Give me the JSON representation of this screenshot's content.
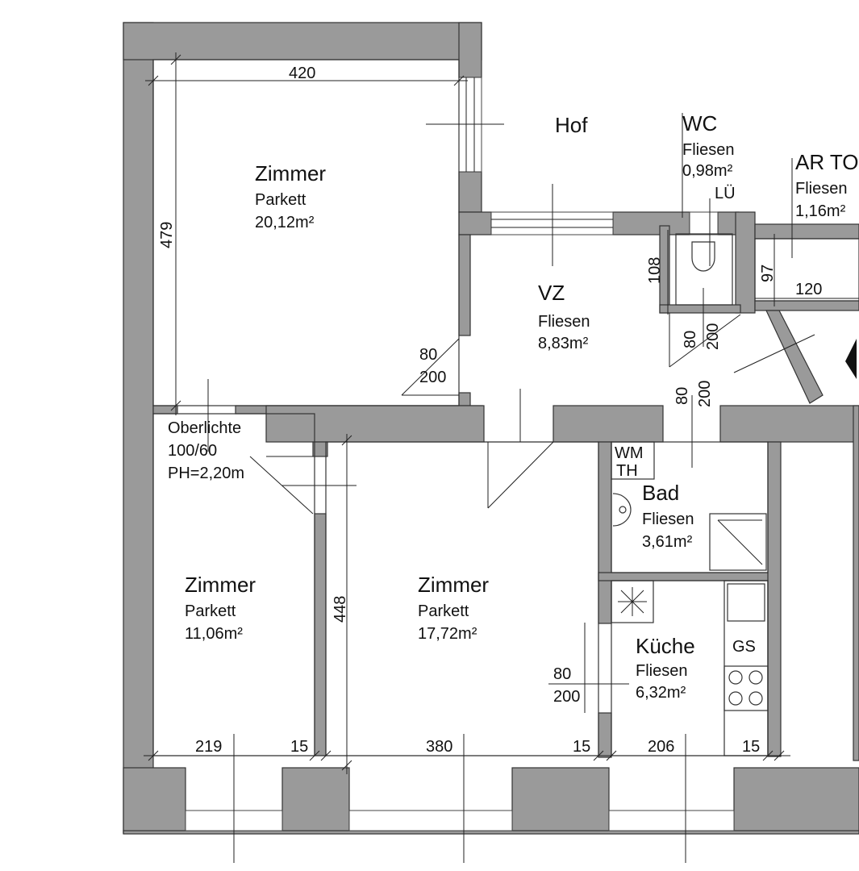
{
  "rooms": {
    "zimmer_top": {
      "name": "Zimmer",
      "floor": "Parkett",
      "area": "20,12m²"
    },
    "vz": {
      "name": "VZ",
      "floor": "Fliesen",
      "area": "8,83m²"
    },
    "zimmer_left": {
      "name": "Zimmer",
      "floor": "Parkett",
      "area": "11,06m²"
    },
    "zimmer_mid": {
      "name": "Zimmer",
      "floor": "Parkett",
      "area": "17,72m²"
    },
    "wc": {
      "name": "WC",
      "floor": "Fliesen",
      "area": "0,98m²",
      "extra": "LÜ"
    },
    "ar": {
      "name": "AR TO",
      "floor": "Fliesen",
      "area": "1,16m²"
    },
    "bad": {
      "name": "Bad",
      "floor": "Fliesen",
      "area": "3,61m²",
      "wm": "WM",
      "th": "TH"
    },
    "kueche": {
      "name": "Küche",
      "floor": "Fliesen",
      "area": "6,32m²",
      "stove": "GS"
    }
  },
  "hof": "Hof",
  "dimensions": {
    "top_width": "420",
    "top_height": "479",
    "wc_depth": "108",
    "ar_depth": "97",
    "ar_width": "120",
    "mid_height": "448",
    "left_width": "219",
    "left_pier": "15",
    "mid_width": "380",
    "mid_pier": "15",
    "kitchen_width": "206",
    "kitchen_pier": "15"
  },
  "doors": {
    "zimmer_vz": {
      "w": "80",
      "h": "200"
    },
    "wc_door": {
      "w": "80",
      "h": "200"
    },
    "bad_door": {
      "w": "80",
      "h": "200"
    },
    "kueche_door": {
      "w": "80",
      "h": "200"
    }
  },
  "oberlichte": {
    "line1": "Oberlichte",
    "line2": "100/60",
    "line3": "PH=2,20m"
  },
  "colors": {
    "wall": "#9a9a9a",
    "line": "#222222"
  }
}
